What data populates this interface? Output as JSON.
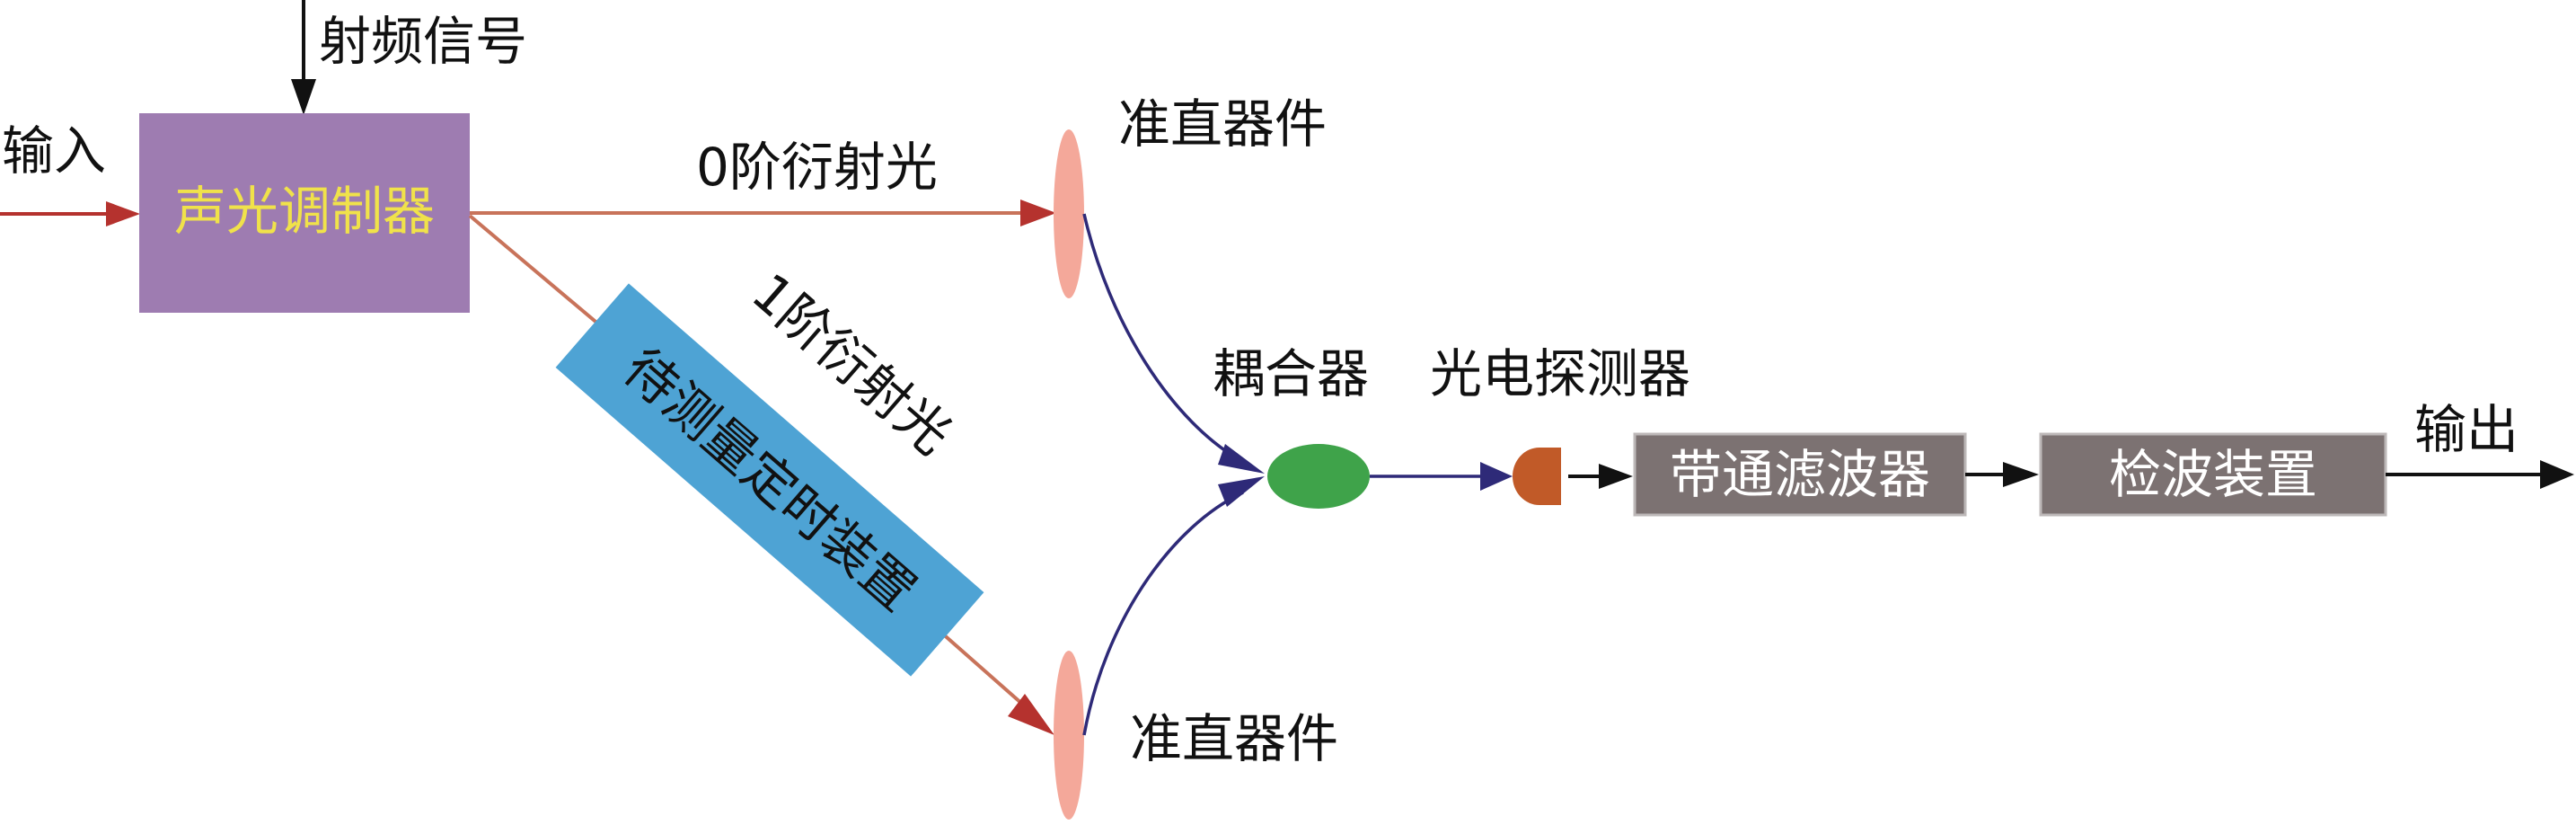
{
  "labels": {
    "rf_signal": "射频信号",
    "input": "输入",
    "zero_order": "0阶衍射光",
    "first_order": "1阶衍射光",
    "collimator_top": "准直器件",
    "collimator_bottom": "准直器件",
    "coupler": "耦合器",
    "photodetector": "光电探测器",
    "output": "输出"
  },
  "blocks": {
    "aom": "声光调制器",
    "timing_device": "待测量定时装置",
    "bandpass_filter": "带通滤波器",
    "detection_device": "检波装置"
  },
  "colors": {
    "aom_fill": "#9e7cb1",
    "aom_text": "#f0e24a",
    "timing_fill": "#4ea3d4",
    "filter_fill": "#7c7272",
    "filter_text": "#ffffff",
    "red_line": "#c8735a",
    "red_arrow": "#b5322e",
    "fiber": "#2e2a78",
    "lens_fill": "#f4a89a",
    "coupler_fill": "#3fa34a",
    "detector_fill": "#c15a28",
    "black": "#111111"
  }
}
